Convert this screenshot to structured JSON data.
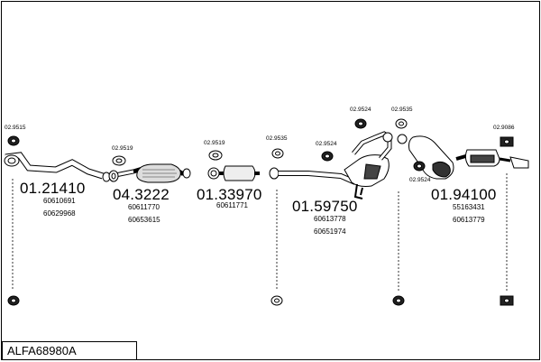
{
  "diagram_title": "ALFA68980A",
  "groups": [
    {
      "main_code": "01.21410",
      "refs": [
        "60610691",
        "60629968"
      ],
      "accessories": [
        "02.9515"
      ]
    },
    {
      "main_code": "04.3222",
      "refs": [
        "60611770",
        "60653615"
      ],
      "accessories": [
        "02.9519"
      ]
    },
    {
      "main_code": "01.33970",
      "refs": [
        "60611771"
      ],
      "accessories": [
        "02.9519",
        "02.9535"
      ]
    },
    {
      "main_code": "01.59750",
      "refs": [
        "60613778",
        "60651974"
      ],
      "accessories": [
        "02.9524",
        "02.9524",
        "02.9535"
      ]
    },
    {
      "main_code": "01.94100",
      "refs": [
        "55163431",
        "60613779"
      ],
      "accessories": [
        "02.9524",
        "02.9086"
      ]
    }
  ]
}
